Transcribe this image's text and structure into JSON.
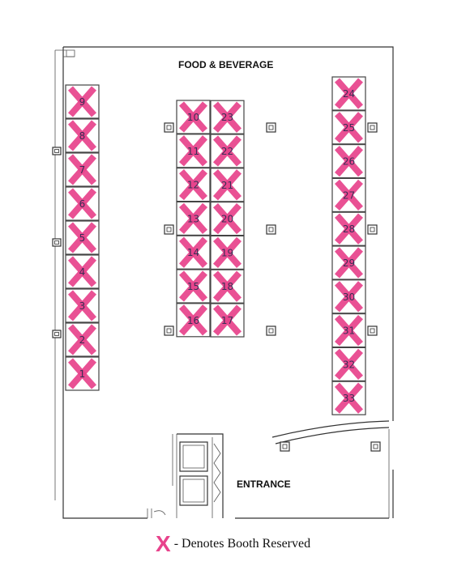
{
  "labels": {
    "food_beverage": "FOOD & BEVERAGE",
    "entrance": "ENTRANCE"
  },
  "legend": {
    "symbol": "X",
    "text": "- Denotes Booth Reserved"
  },
  "colors": {
    "reserved_mark": "#e8438c",
    "booth_number": "#3a2d55",
    "wall": "#333333"
  },
  "booths": [
    {
      "number": "1",
      "reserved": true
    },
    {
      "number": "2",
      "reserved": true
    },
    {
      "number": "3",
      "reserved": true
    },
    {
      "number": "4",
      "reserved": true
    },
    {
      "number": "5",
      "reserved": true
    },
    {
      "number": "6",
      "reserved": true
    },
    {
      "number": "7",
      "reserved": true
    },
    {
      "number": "8",
      "reserved": true
    },
    {
      "number": "9",
      "reserved": true
    },
    {
      "number": "10",
      "reserved": true
    },
    {
      "number": "11",
      "reserved": true
    },
    {
      "number": "12",
      "reserved": true
    },
    {
      "number": "13",
      "reserved": true
    },
    {
      "number": "14",
      "reserved": true
    },
    {
      "number": "15",
      "reserved": true
    },
    {
      "number": "16",
      "reserved": true
    },
    {
      "number": "17",
      "reserved": true
    },
    {
      "number": "18",
      "reserved": true
    },
    {
      "number": "19",
      "reserved": true
    },
    {
      "number": "20",
      "reserved": true
    },
    {
      "number": "21",
      "reserved": true
    },
    {
      "number": "22",
      "reserved": true
    },
    {
      "number": "23",
      "reserved": true
    },
    {
      "number": "24",
      "reserved": true
    },
    {
      "number": "25",
      "reserved": true
    },
    {
      "number": "26",
      "reserved": true
    },
    {
      "number": "27",
      "reserved": true
    },
    {
      "number": "28",
      "reserved": true
    },
    {
      "number": "29",
      "reserved": true
    },
    {
      "number": "30",
      "reserved": true
    },
    {
      "number": "31",
      "reserved": true
    },
    {
      "number": "32",
      "reserved": true
    },
    {
      "number": "33",
      "reserved": true
    }
  ]
}
